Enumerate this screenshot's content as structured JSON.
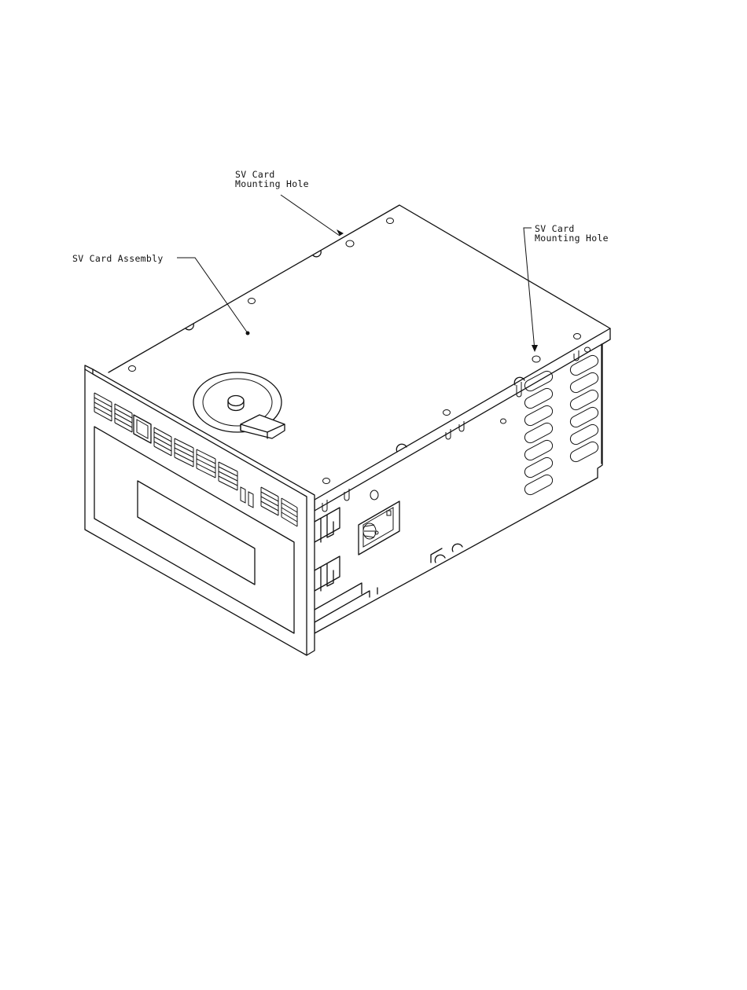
{
  "callouts": {
    "top_hole": {
      "line1": "SV Card",
      "line2": "Mounting Hole"
    },
    "side_hole": {
      "line1": "SV Card",
      "line2": "Mounting Hole"
    },
    "assembly": {
      "text": "SV Card Assembly"
    }
  },
  "colors": {
    "ink": "#111111",
    "paper": "#ffffff"
  }
}
